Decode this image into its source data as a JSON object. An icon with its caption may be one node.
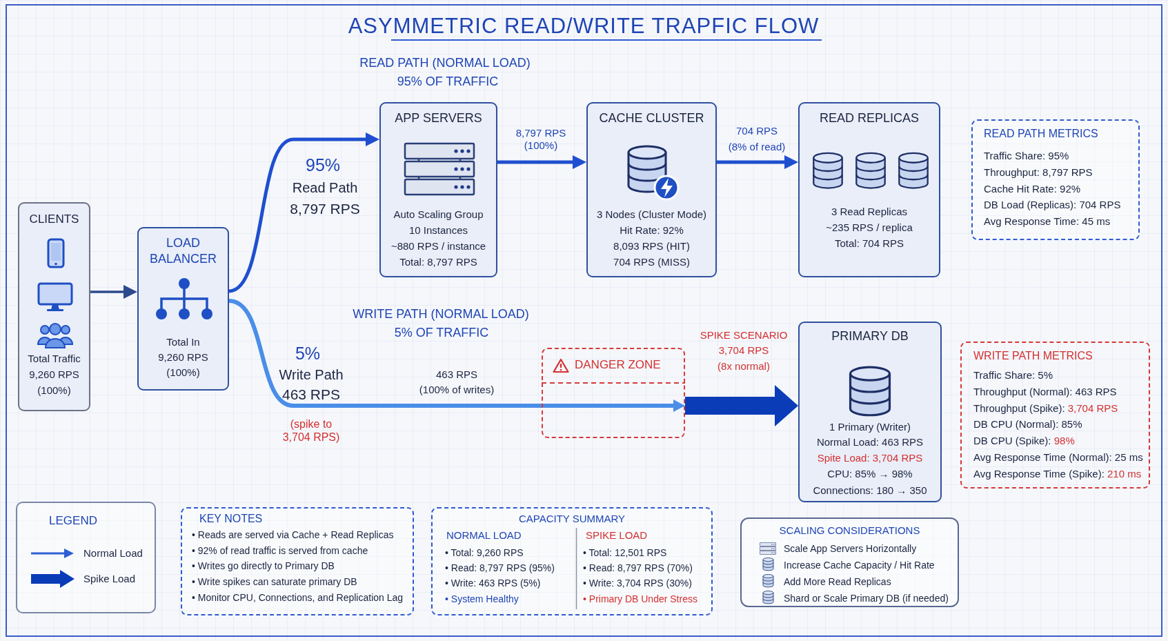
{
  "diagram": {
    "title": "ASYMMETRIC READ/WRITE TRAPFIC FLOW",
    "nodes": [
      {
        "text": [
          "CLIENTS",
          "Total Traffic",
          "9,260 RPS",
          "(100%)"
        ]
      },
      {
        "text": [
          "LOAD BALANCER",
          "Total In",
          "9,260 RPS",
          "(100%)"
        ]
      },
      {
        "text": [
          "APP SERVERS",
          "Auto Scaling Group",
          "10 Instances",
          "~880 RPS / instance",
          "Total: 8,797 RPS"
        ]
      },
      {
        "text": [
          "CACHE CLUSTER",
          "3 Nodes (Cluster Mode)",
          "Hit Rate: 92%",
          "8,093 RPS (HIT)",
          "704 RPS (MISS)"
        ]
      },
      {
        "text": [
          "READ REPLICAS",
          "3 Read Replicas",
          "~235 RPS / replica",
          "Total: 704 RPS"
        ]
      },
      {
        "text": [
          "PRIMARY DB",
          "1 Primary (Writer)",
          "Normal Load: 463 RPS",
          "Spite Load: 3,704 RPS",
          "CPU: 85% → 98%",
          "Connections: 180 → 350"
        ]
      },
      {
        "text": [
          "DANGER ZONE"
        ]
      },
      {
        "text": [
          "READ PATH METRICS",
          "Traffic Share: 95%",
          "Throughput: 8,797 RPS",
          "Cache Hit Rate: 92%",
          "DB Load (Replicas): 704 RPS",
          "Avg Response Time: 45 ms"
        ]
      },
      {
        "text": [
          "WRITE PATH METRICS",
          "Traffic Share: 5%",
          "Throughput (Normal): 463 RPS",
          "Throughput (Spike): 3,704 RPS",
          "DB CPU (Normal): 85%",
          "DB CPU (Spike): 98%",
          "Avg Response Time (Normal): 25 ms",
          "Avg Response Time (Spike): 210 ms"
        ]
      },
      {
        "text": [
          "KEY NOTES",
          "• Reads are served via Cache + Read Replicas",
          "• 92% of read traffic is served from cache",
          "• Writes go directly to Primary DB",
          "• Write spikes can saturate primary DB",
          "• Monitor CPU, Connections, and Replication Lag"
        ]
      },
      {
        "text": [
          "CAPACITY SUMMARY",
          "NORMAL LOAD",
          "• Total: 9,260 RPS",
          "• Read: 8,797 RPS (95%)",
          "• Write: 463 RPS (5%)",
          "• System Healthy",
          "SPIKE LOAD",
          "• Total: 12,501 RPS",
          "• Read: 8,797 RPS (70%)",
          "• Write: 3,704 RPS (30%)",
          "• Primary DB Under Stress"
        ]
      },
      {
        "text": [
          "SCALING CONSIDERATIONS",
          "Scale App Servers Horizontally",
          "Increase Cache Capacity / Hit Rate",
          "Add More Read Replicas",
          "Shard or Scale Primary DB (if needed)"
        ]
      }
    ],
    "edges": [
      {
        "from": 0,
        "to": 1,
        "arrow": "to",
        "color": "#2c4a8c"
      },
      {
        "from": 1,
        "to": 2,
        "arrow": "to"
      },
      {
        "from": 2,
        "to": 3,
        "arrow": "to",
        "label": "8,797 RPS (100%)"
      },
      {
        "from": 3,
        "to": 4,
        "arrow": "to",
        "label": "704 RPS"
      },
      {
        "from": 1,
        "to": 6,
        "arrow": "to",
        "label": "463 RPS",
        "color": "#4a8ee8"
      },
      {
        "from": 6,
        "to": 5,
        "arrow": "to",
        "label": "3,704 RPS",
        "style": "thick",
        "color": "#0b3cb8"
      }
    ],
    "labels": [
      "READ PATH (NORMAL LOAD)",
      "95% OF TRAFFIC",
      "95%",
      "Read Path",
      "8,797 RPS",
      "(8% of read)",
      "WRITE PATH (NORMAL LOAD)",
      "5% OF TRAFFIC",
      "SPIKE SCENARIO",
      "(8x normal)",
      "5%",
      "Write Path",
      "463 RPS",
      "(spike to 3,704 RPS)",
      "(100% of writes)",
      "LEGEND"
    ],
    "legend": [
      {
        "text": "Normal Load"
      },
      {
        "text": "Spike Load"
      }
    ]
  }
}
